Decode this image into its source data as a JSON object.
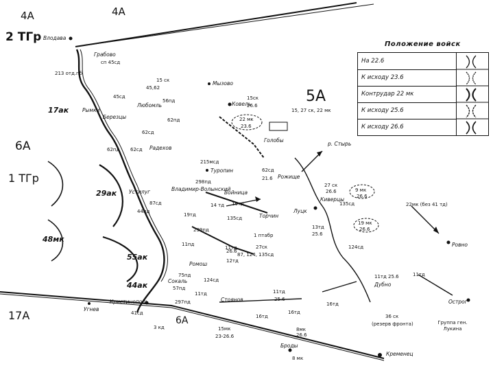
{
  "map": {
    "front_labels": {
      "fa4_left": "4А",
      "fa4_right": "4А",
      "tgr2": "2 ТГр",
      "fa5": "5А",
      "fa5_composition": "15, 27 ск, 22 мк",
      "fa6": "6А",
      "tgr1": "1 ТГр",
      "fa17": "17А",
      "fa6_bottom": "6А"
    },
    "corps_labels": {
      "ak17": "17ак",
      "ak29": "29ак",
      "mk48": "48мк",
      "ak55": "55ак",
      "ak44": "44ак"
    },
    "cities": {
      "vlodava": "Влодава",
      "grabovo": "Грабово",
      "rymki": "Рымки",
      "berezhtsy": "Березцы",
      "lyuboml": "Любомль",
      "kovel": "Ковель",
      "golobi": "Голобы",
      "mylovo": "Мызово",
      "ruzhishche": "Рожище",
      "kivertsy": "Киверцы",
      "lutsk": "Луцк",
      "torchin": "Торчин",
      "vladimir": "Владимир-Волынский",
      "voinitsa": "Войница",
      "turopin": "Туропин",
      "ustilug": "Устилуг",
      "radekhov": "Радехов",
      "rovno": "Ровно",
      "ostrog": "Острог",
      "kremenets": "Кременец",
      "brody": "Броды",
      "dubno": "Дубно",
      "krystynopol": "Кристинополь",
      "ugnev": "Угнев",
      "sokal": "Сокаль",
      "romosh": "Ромош",
      "stoyanov": "Стоянов",
      "styr": "р. Стырь"
    },
    "units": {
      "sp45": "сп 45сд",
      "div213": "213 отд.пб",
      "sd45": "45сд",
      "sk15a": "15 ск",
      "sk15a_divs": "45,62",
      "pd56": "56пд",
      "pd62": "62пд",
      "sd62": "62сд",
      "sd62b": "62сд",
      "pd62b": "62пд",
      "sk15b": "15ск",
      "sk15b_date": "26.6",
      "mk22": "22 мк",
      "mk22_date": "23.6",
      "sd62c": "62сд",
      "sd62c_date": "21.6",
      "msd215": "215мсд",
      "td298": "298пд",
      "pd44": "44пд",
      "sd87": "87сд",
      "td14": "14 тд",
      "td19": "19тд",
      "td19b": "19тд",
      "sd135": "135сд",
      "sd135b": "135сд",
      "apbr1": "1 птабр",
      "sk27": "27 ск",
      "sk27_date": "26.6",
      "mk9": "9 мк",
      "mk9_date": "26.6",
      "sk27b": "27ск",
      "sk27b_divs": "87, 124, 135сд",
      "mk19": "19 мк",
      "mk19_date": "26.6",
      "td13": "13тд",
      "td13_date": "25.6",
      "sd124": "124сд",
      "sd124b": "124сд",
      "mk22_rovno": "22мк (без 41 тд)",
      "pd299": "299пд",
      "pd11": "11пд",
      "pd75": "75пд",
      "td11": "11тд",
      "td11_date": "25.6",
      "td11b": "11тд",
      "td16": "16тд",
      "td16b": "16тд",
      "td16c": "16тд",
      "td11c": "11тд",
      "pd57": "57пд",
      "td11d": "11тд",
      "pd297": "297пд",
      "sd41": "41сд",
      "kd3": "3 кд",
      "mk15": "15мк",
      "mk15_date": "23-26.6",
      "mk8": "8мк",
      "mk8_date": "26.6",
      "mk8_brody": "8 мк",
      "pd26": "26.6",
      "td12": "12тд",
      "sk36": "36 ск",
      "sk36_note": "(резерв фронта)",
      "lukin": "Группа ген. Лукина",
      "td11e": "11тд 25.6"
    }
  },
  "legend": {
    "title": "Положение войск",
    "rows": [
      {
        "label": "На 22.6"
      },
      {
        "label": "К исходу 23.6"
      },
      {
        "label": "Контрудар 22 мк"
      },
      {
        "label": "К исходу 25.6"
      },
      {
        "label": "К исходу 26.6"
      }
    ]
  }
}
